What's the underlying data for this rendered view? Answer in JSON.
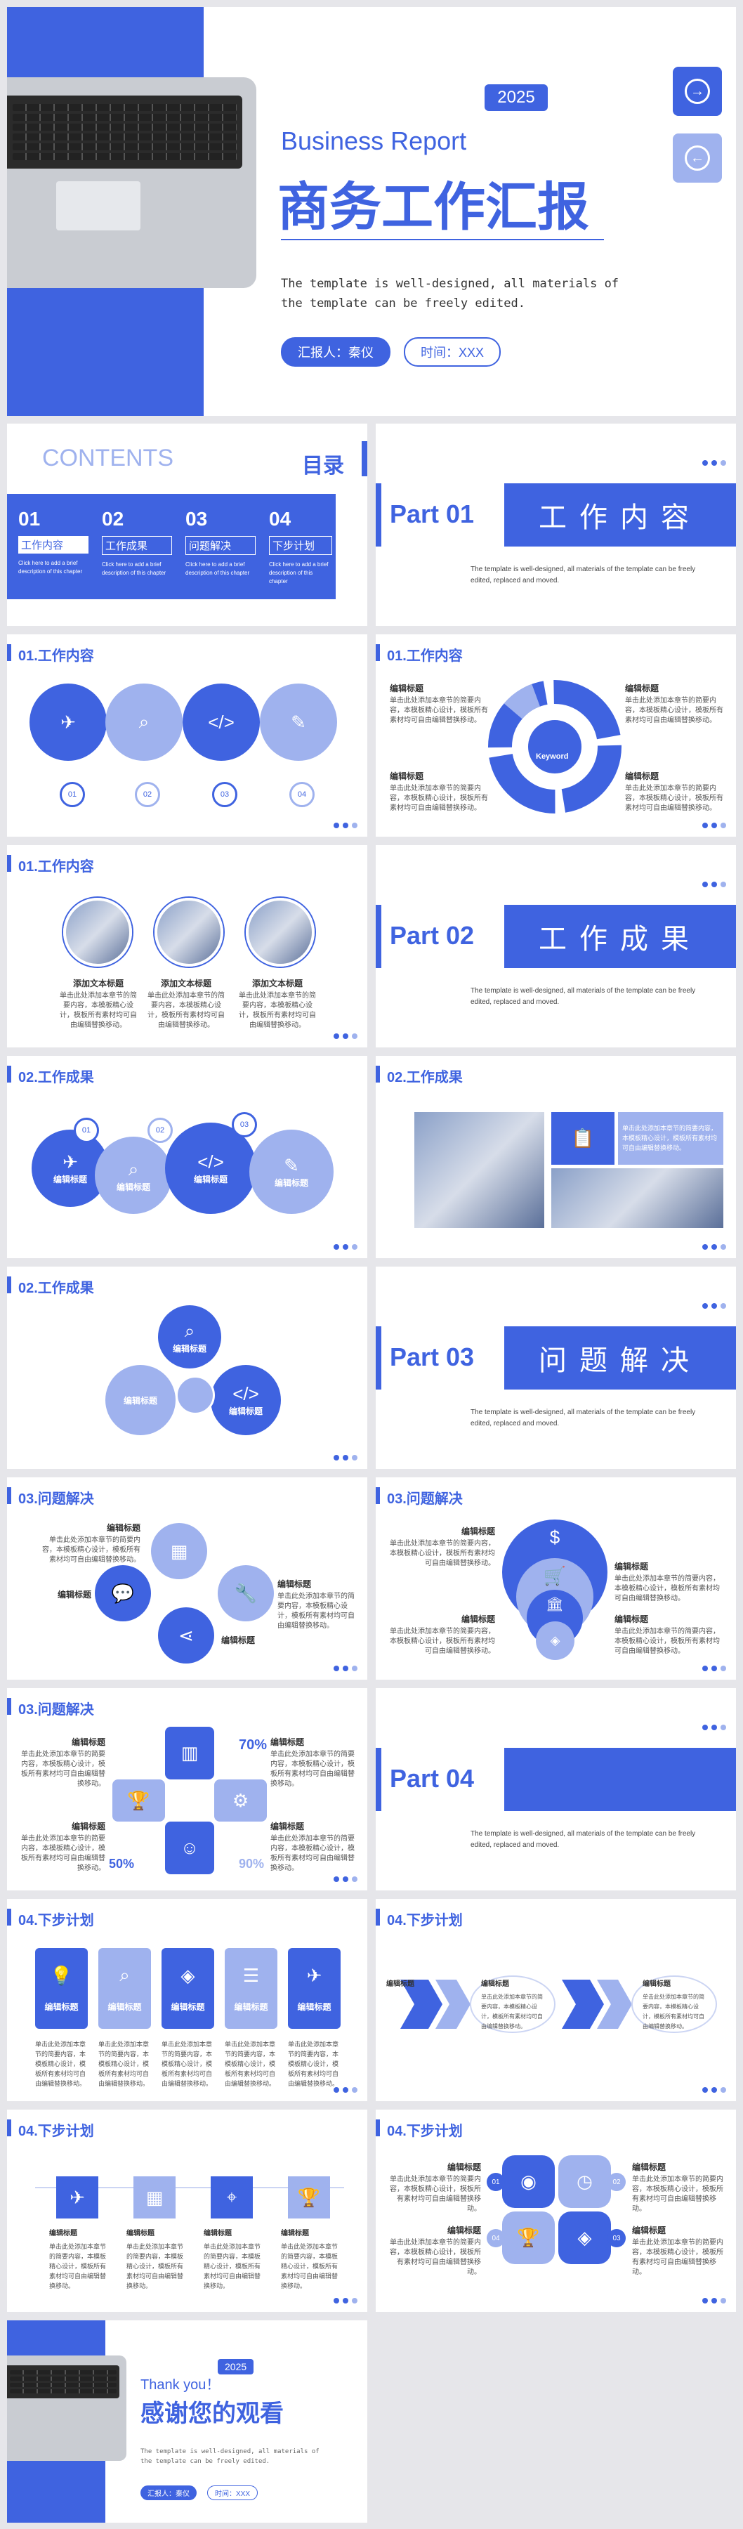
{
  "cover": {
    "year": "2025",
    "en_title": "Business Report",
    "cn_title": "商务工作汇报",
    "desc": "The template is well-designed, all materials of the template can be freely edited.",
    "reporter": "汇报人：秦仪",
    "time": "时间：XXX"
  },
  "contents": {
    "en": "CONTENTS",
    "cn": "目录",
    "items": [
      {
        "num": "01",
        "label": "工作内容",
        "desc": "Click here to add a brief description of this chapter"
      },
      {
        "num": "02",
        "label": "工作成果",
        "desc": "Click here to add a brief description of this chapter"
      },
      {
        "num": "03",
        "label": "问题解决",
        "desc": "Click here to add a brief description of this chapter"
      },
      {
        "num": "04",
        "label": "下步计划",
        "desc": "Click here to add a brief description of this chapter"
      }
    ]
  },
  "parts": [
    {
      "num": "Part 01",
      "title": "工作内容"
    },
    {
      "num": "Part 02",
      "title": "工作成果"
    },
    {
      "num": "Part 03",
      "title": "问题解决"
    },
    {
      "num": "Part 04",
      "title": ""
    }
  ],
  "part_desc": "The template is well-designed, all materials of the template can be freely edited, replaced and moved.",
  "section_titles": {
    "s1": "01.工作内容",
    "s2": "02.工作成果",
    "s3": "03.问题解决",
    "s4": "04.下步计划"
  },
  "common": {
    "heading": "编辑标题",
    "body": "单击此处添加本章节的简要内容，本模板精心设计，模板所有素材均可自由编辑替换移动。",
    "keyword": "Keyword",
    "subhead": "添加文本标题",
    "n01": "01",
    "n02": "02",
    "n03": "03",
    "n04": "04",
    "pct70": "70%",
    "pct50": "50%",
    "pct90": "90%"
  },
  "thanks": {
    "year": "2025",
    "en": "Thank you！",
    "cn": "感谢您的观看",
    "desc": "The template is well-designed, all materials of the template can be freely edited.",
    "reporter": "汇报人：秦仪",
    "time": "时间：XXX"
  }
}
